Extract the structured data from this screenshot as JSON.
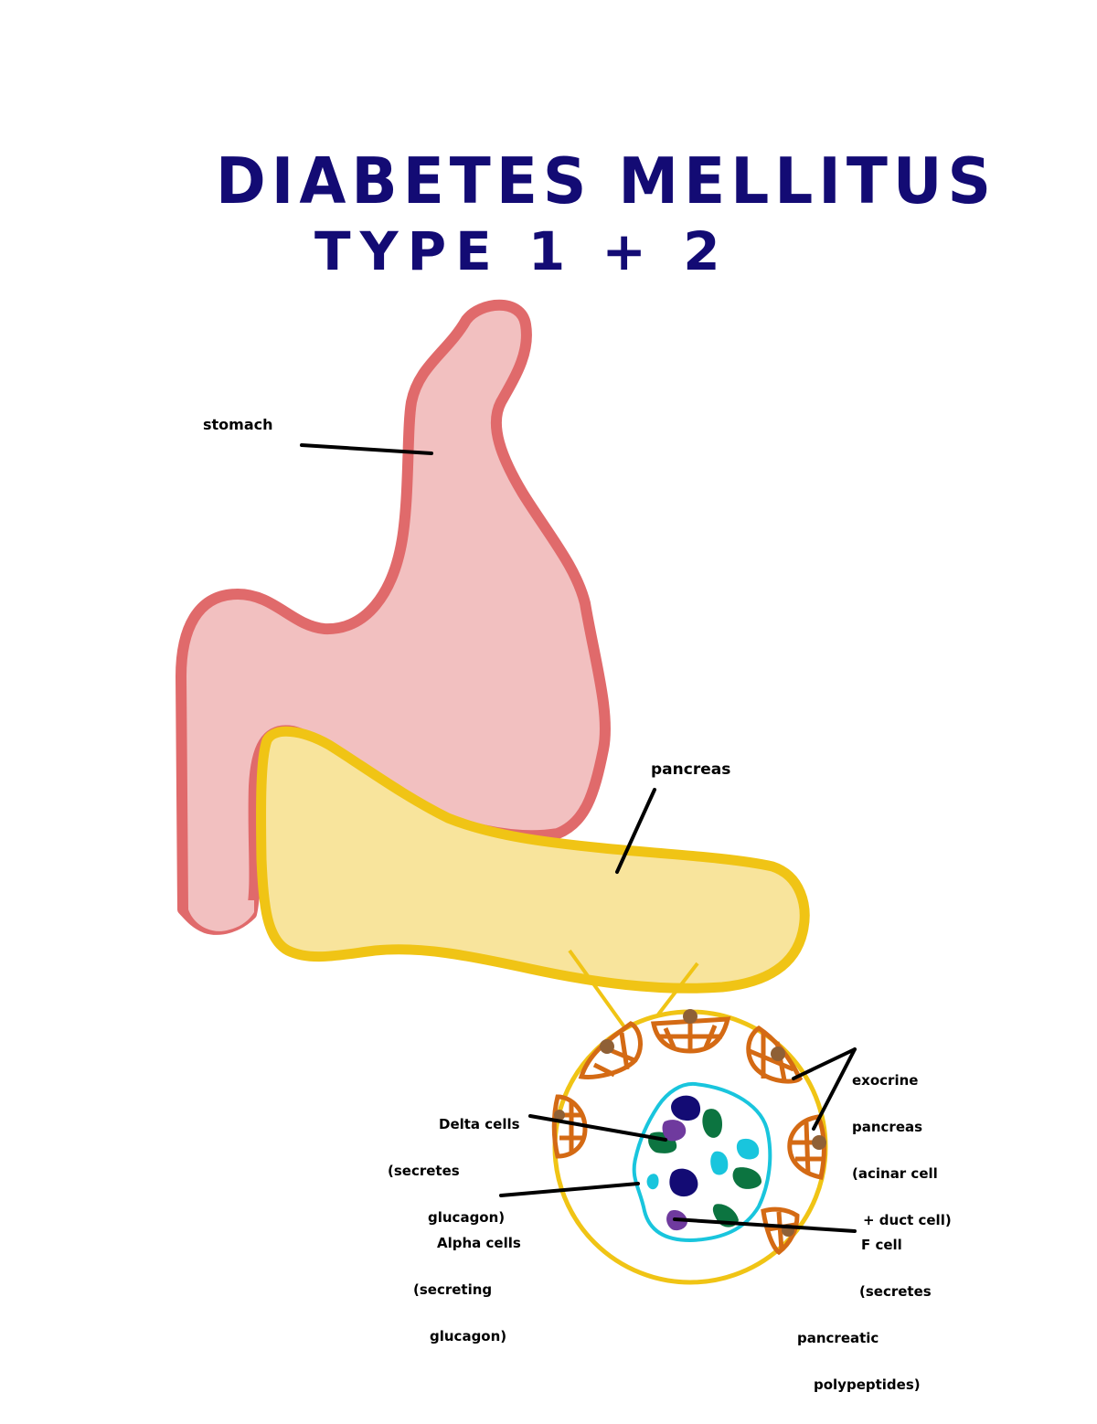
{
  "title": {
    "line1": "DIABETES MELLITUS",
    "line2": "TYPE 1 + 2",
    "color": "#130b74"
  },
  "organs": {
    "stomach": {
      "label": "stomach",
      "fill": "#f2c0c0",
      "stroke": "#e06a6b"
    },
    "pancreas": {
      "label": "pancreas",
      "fill": "#f8e49c",
      "stroke": "#f0c415"
    }
  },
  "islet_section": {
    "outer_ring_color": "#f0c415",
    "islet_outline_color": "#19c5dd",
    "acinar_color": "#d46a14",
    "acinar_nucleus_color": "#8f6036",
    "cell_colors": {
      "beta": "#130b74",
      "delta": "#0c7440",
      "alpha": "#19c5dd",
      "f_cell": "#6f3a9e"
    }
  },
  "labels": {
    "exocrine": {
      "line1": "exocrine",
      "line2": "pancreas",
      "line3": "(acinar cell",
      "line4": "+ duct cell)"
    },
    "delta": {
      "line1": "Delta cells",
      "line2": "(secretes",
      "line3": "glucagon)"
    },
    "alpha": {
      "line1": "Alpha cells",
      "line2": "(secreting",
      "line3": "glucagon)"
    },
    "f_cell": {
      "line1": "F cell",
      "line2": "(secretes",
      "line3": "pancreatic",
      "line4": "polypeptides)"
    }
  }
}
